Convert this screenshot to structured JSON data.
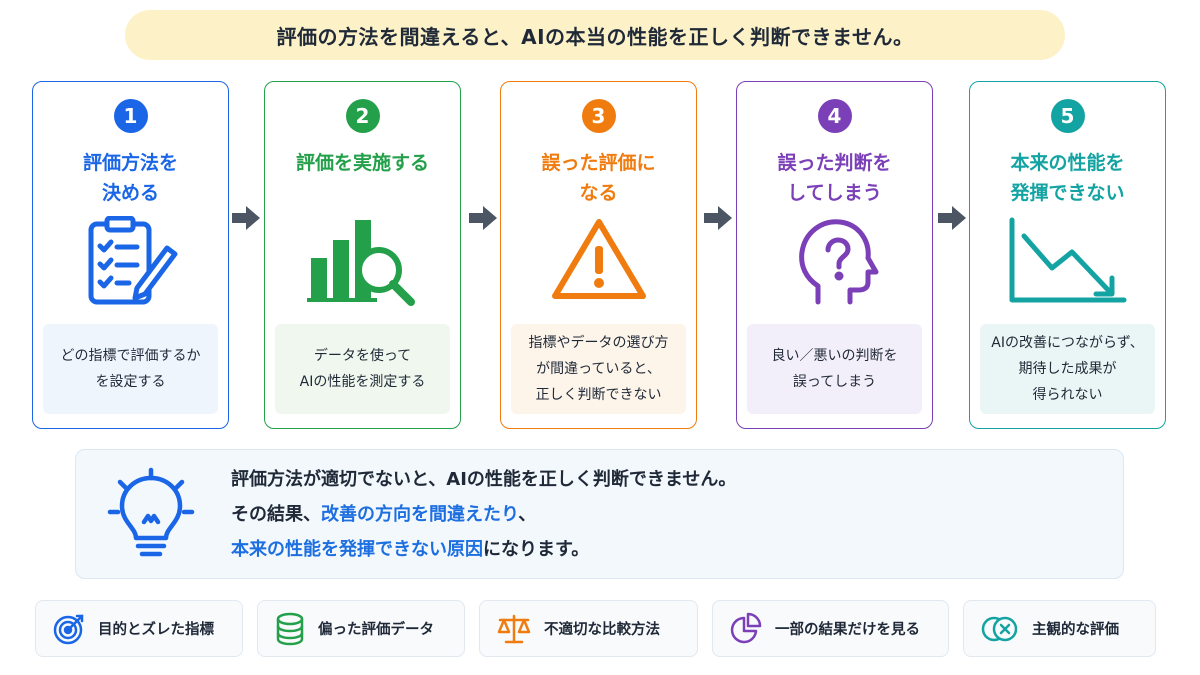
{
  "header": {
    "title": "評価の方法を間違えると、AIの本当の性能を正しく判断できません。"
  },
  "steps": [
    {
      "number": "1",
      "title": "評価方法を\n決める",
      "description": "どの指標で評価するか\nを設定する",
      "icon": "clipboard-checklist-icon",
      "color": "#1a66e6",
      "tint": "#eef5fd"
    },
    {
      "number": "2",
      "title": "評価を実施する",
      "description": "データを使って\nAIの性能を測定する",
      "icon": "bar-chart-magnifier-icon",
      "color": "#24a04a",
      "tint": "#f0f7ee"
    },
    {
      "number": "3",
      "title": "誤った評価に\nなる",
      "description": "指標やデータの選び方\nが間違っていると、\n正しく判断できない",
      "icon": "warning-triangle-icon",
      "color": "#f07c10",
      "tint": "#fdf4ea"
    },
    {
      "number": "4",
      "title": "誤った判断を\nしてしまう",
      "description": "良い／悪いの判断を\n誤ってしまう",
      "icon": "head-question-icon",
      "color": "#7b3fb8",
      "tint": "#f3effa"
    },
    {
      "number": "5",
      "title": "本来の性能を\n発揮できない",
      "description": "AIの改善につながらず、\n期待した成果が\n得られない",
      "icon": "declining-chart-icon",
      "color": "#14a3a3",
      "tint": "#eaf6f6"
    }
  ],
  "summary": {
    "line1": "評価方法が適切でないと、AIの性能を正しく判断できません。",
    "line2_prefix": "その結果、",
    "line2_highlight": "改善の方向を間違えたり",
    "line2_suffix": "、",
    "line3_highlight": "本来の性能を発揮できない原因",
    "line3_suffix": "になります。",
    "icon": "lightbulb-icon"
  },
  "tags": [
    {
      "label": "目的とズレた指標",
      "icon": "target-icon",
      "color": "#1a66e6"
    },
    {
      "label": "偏った評価データ",
      "icon": "database-icon",
      "color": "#24a04a"
    },
    {
      "label": "不適切な比較方法",
      "icon": "balance-scale-icon",
      "color": "#f07c10"
    },
    {
      "label": "一部の結果だけを見る",
      "icon": "pie-chart-icon",
      "color": "#7b3fb8"
    },
    {
      "label": "主観的な評価",
      "icon": "circles-x-icon",
      "color": "#14a3a3"
    }
  ]
}
